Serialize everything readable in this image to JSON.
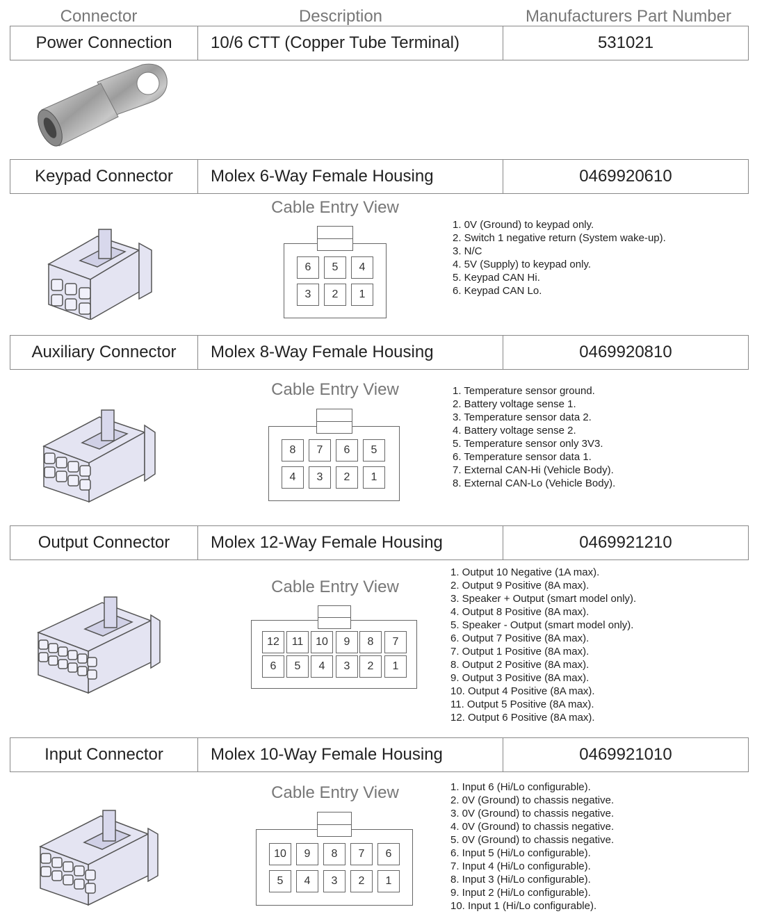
{
  "headers": {
    "connector": "Connector",
    "description": "Description",
    "part_number": "Manufacturers Part Number"
  },
  "cable_entry_label": "Cable Entry View",
  "power": {
    "connector": "Power Connection",
    "description": "10/6 CTT (Copper Tube Terminal)",
    "part_number": "531021"
  },
  "keypad": {
    "connector": "Keypad Connector",
    "description": "Molex 6-Way Female Housing",
    "part_number": "0469920610",
    "pins_top": [
      "6",
      "5",
      "4"
    ],
    "pins_bottom": [
      "3",
      "2",
      "1"
    ],
    "pin_list": [
      "1. 0V (Ground) to keypad only.",
      "2. Switch 1 negative return (System wake-up).",
      "3. N/C",
      "4. 5V (Supply) to keypad only.",
      "5. Keypad CAN Hi.",
      "6. Keypad CAN Lo."
    ]
  },
  "auxiliary": {
    "connector": "Auxiliary Connector",
    "description": "Molex 8-Way Female Housing",
    "part_number": "0469920810",
    "pins_top": [
      "8",
      "7",
      "6",
      "5"
    ],
    "pins_bottom": [
      "4",
      "3",
      "2",
      "1"
    ],
    "pin_list": [
      "1. Temperature sensor ground.",
      "2. Battery voltage sense 1.",
      "3. Temperature sensor data 2.",
      "4. Battery voltage sense 2.",
      "5. Temperature sensor only 3V3.",
      "6. Temperature sensor data 1.",
      "7. External CAN-Hi (Vehicle Body).",
      "8. External CAN-Lo (Vehicle Body)."
    ]
  },
  "output": {
    "connector": "Output Connector",
    "description": "Molex 12-Way Female Housing",
    "part_number": "0469921210",
    "pins_top": [
      "12",
      "11",
      "10",
      "9",
      "8",
      "7"
    ],
    "pins_bottom": [
      "6",
      "5",
      "4",
      "3",
      "2",
      "1"
    ],
    "pin_list": [
      "1. Output 10 Negative (1A max).",
      "2. Output 9 Positive (8A max).",
      "3. Speaker + Output (smart model only).",
      "4. Output 8 Positive (8A max).",
      "5. Speaker - Output (smart model only).",
      "6. Output 7 Positive (8A max).",
      "7. Output 1 Positive (8A max).",
      "8. Output 2 Positive (8A max).",
      "9. Output 3 Positive (8A max).",
      "10. Output 4 Positive (8A max).",
      "11. Output 5 Positive (8A max).",
      "12. Output 6 Positive (8A max)."
    ]
  },
  "input": {
    "connector": "Input Connector",
    "description": "Molex 10-Way Female Housing",
    "part_number": "0469921010",
    "pins_top": [
      "10",
      "9",
      "8",
      "7",
      "6"
    ],
    "pins_bottom": [
      "5",
      "4",
      "3",
      "2",
      "1"
    ],
    "pin_list": [
      "1. Input 6 (Hi/Lo configurable).",
      "2. 0V (Ground) to chassis negative.",
      "3. 0V (Ground) to chassis negative.",
      "4. 0V (Ground) to chassis negative.",
      "5. 0V (Ground) to chassis negative.",
      "6. Input 5 (Hi/Lo configurable).",
      "7. Input 4 (Hi/Lo configurable).",
      "8. Input 3 (Hi/Lo configurable).",
      "9. Input 2 (Hi/Lo configurable).",
      "10. Input 1 (Hi/Lo configurable)."
    ]
  }
}
